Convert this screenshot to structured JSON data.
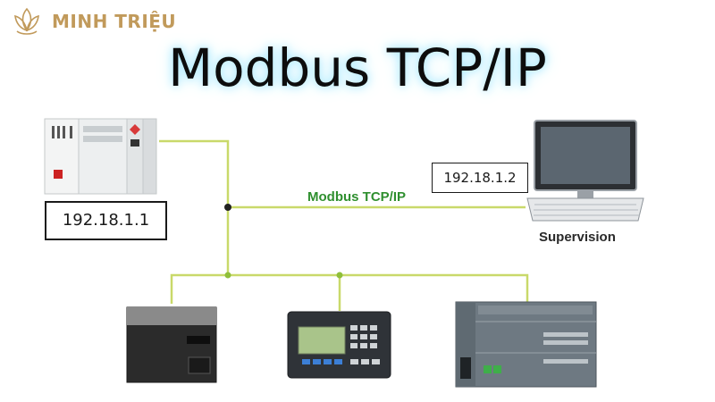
{
  "brand": {
    "name": "MINH TRIỆU",
    "logo_icon": "lotus-logo-icon",
    "color": "#c19a5b"
  },
  "title": "Modbus TCP/IP",
  "network": {
    "label": "Modbus TCP/IP",
    "line_color": "#c9d96a",
    "node_color": "#8fbf3a"
  },
  "devices": {
    "plc": {
      "icon": "plc-icon",
      "ip": "192.18.1.1"
    },
    "supervision": {
      "icon": "computer-icon",
      "ip": "192.18.1.2",
      "label": "Supervision"
    },
    "field_devices": [
      {
        "icon": "drive-unit-icon"
      },
      {
        "icon": "hmi-panel-icon"
      },
      {
        "icon": "plc-module-icon"
      }
    ]
  }
}
